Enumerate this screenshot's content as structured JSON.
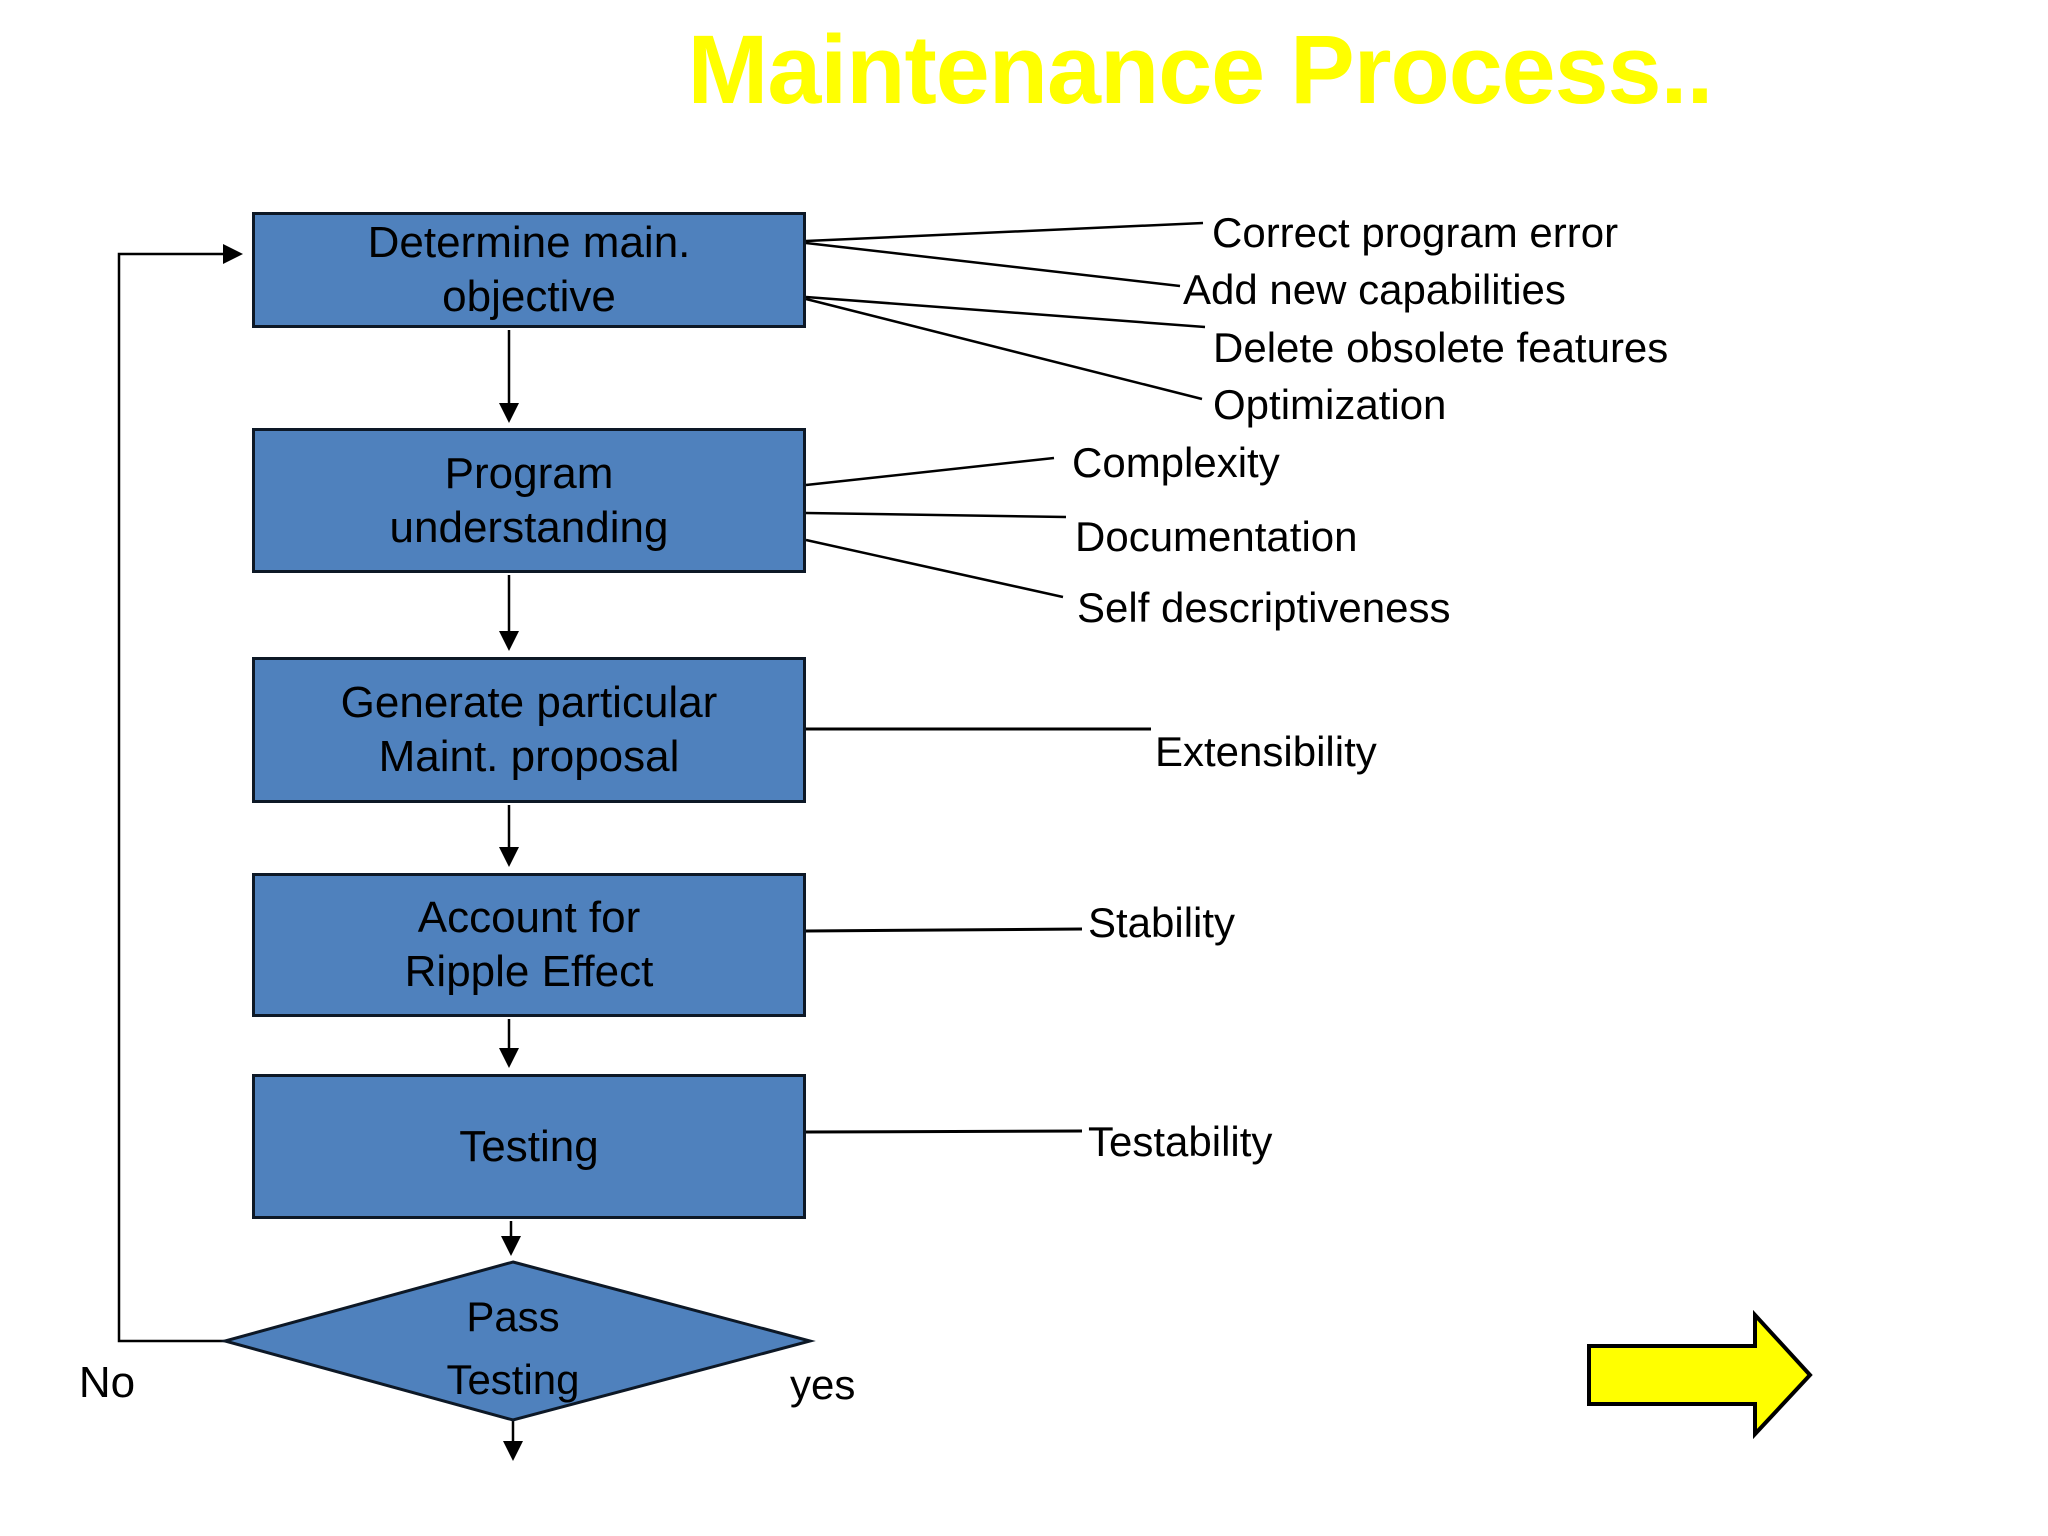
{
  "title": {
    "text": "Maintenance Process.."
  },
  "colors": {
    "title": "#FFFF00",
    "box_fill": "#4F81BD",
    "box_border": "#0d1826",
    "connector": "#000000",
    "arrow_fill": "#FFFF00",
    "arrow_border": "#000000"
  },
  "flow": {
    "boxes": [
      {
        "line1": "Determine main.",
        "line2": "objective"
      },
      {
        "line1": "Program",
        "line2": "understanding"
      },
      {
        "line1": "Generate particular",
        "line2": "Maint. proposal"
      },
      {
        "line1": "Account for",
        "line2": "Ripple Effect"
      },
      {
        "line1": "Testing",
        "line2": ""
      }
    ],
    "decision": {
      "line1": "Pass",
      "line2": "Testing"
    },
    "branch_no": "No",
    "branch_yes": "yes"
  },
  "annotations": {
    "maintenance_objectives": [
      "Correct program error",
      "Add new capabilities",
      "Delete obsolete features",
      "Optimization"
    ],
    "understanding_attributes": [
      "Complexity",
      "Documentation",
      "Self descriptiveness"
    ],
    "proposal_attribute": "Extensibility",
    "ripple_attribute": "Stability",
    "testing_attribute": "Testability"
  }
}
